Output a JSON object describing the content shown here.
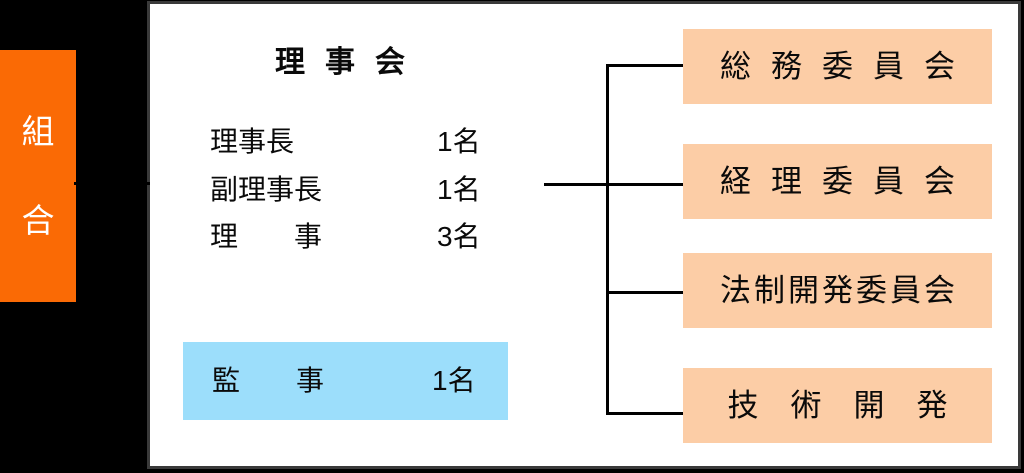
{
  "palette": {
    "background": "#000000",
    "panel_bg": "#ffffff",
    "panel_border": "#3a3a3a",
    "org_box": "#fa6a05",
    "committee_box": "#fccda6",
    "auditor_box": "#9cdefb",
    "line": "#000000",
    "text": "#0a0a0a",
    "org_text": "#ffffff"
  },
  "org_label": {
    "char1": "組",
    "char2": "合"
  },
  "board": {
    "title": "理事会",
    "members": [
      {
        "role": "理事長",
        "count": "1名"
      },
      {
        "role": "副理事長",
        "count": "1名"
      },
      {
        "role": "理　　事",
        "count": "3名"
      }
    ],
    "auditor": {
      "role": "監　　事",
      "count": "1名"
    }
  },
  "committees": [
    {
      "label": "総務委員会"
    },
    {
      "label": "経理委員会"
    },
    {
      "label": "法制開発委員会"
    },
    {
      "label": "技術開発"
    }
  ]
}
